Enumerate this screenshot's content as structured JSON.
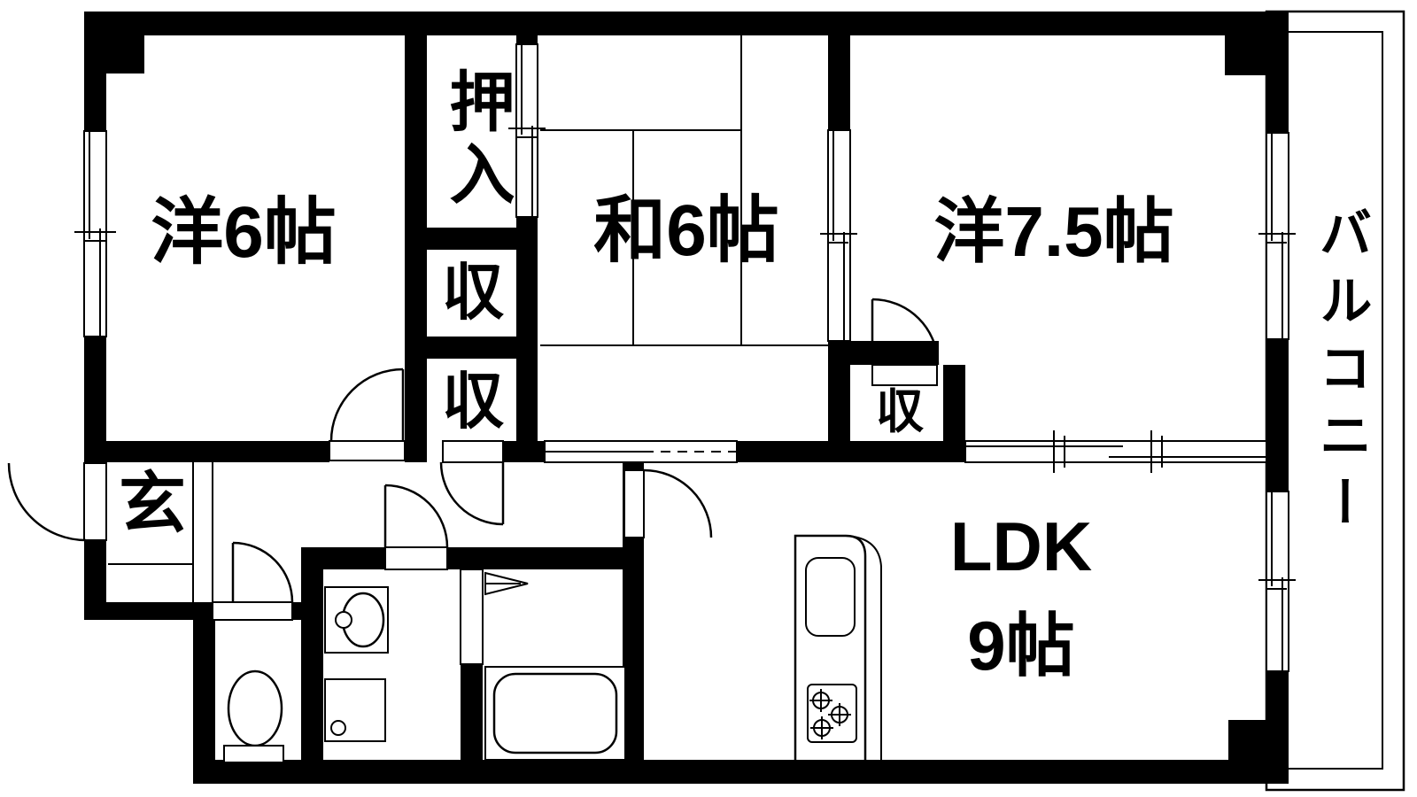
{
  "plan": {
    "type": "apartment-floorplan",
    "rooms": {
      "western6": {
        "label": "洋6帖"
      },
      "japanese6": {
        "label": "和6帖"
      },
      "western75": {
        "label": "洋7.5帖"
      },
      "ldk": {
        "label": "LDK",
        "size": "9帖"
      },
      "balcony": {
        "label": "バルコニー"
      },
      "oshiire": {
        "label": "押入"
      },
      "storage_upper": {
        "label": "収"
      },
      "storage_lower": {
        "label": "収"
      },
      "storage_west75": {
        "label": "収"
      },
      "entrance": {
        "label": "玄"
      }
    },
    "colors": {
      "wall": "#000000",
      "background": "#ffffff",
      "line": "#000000"
    }
  }
}
